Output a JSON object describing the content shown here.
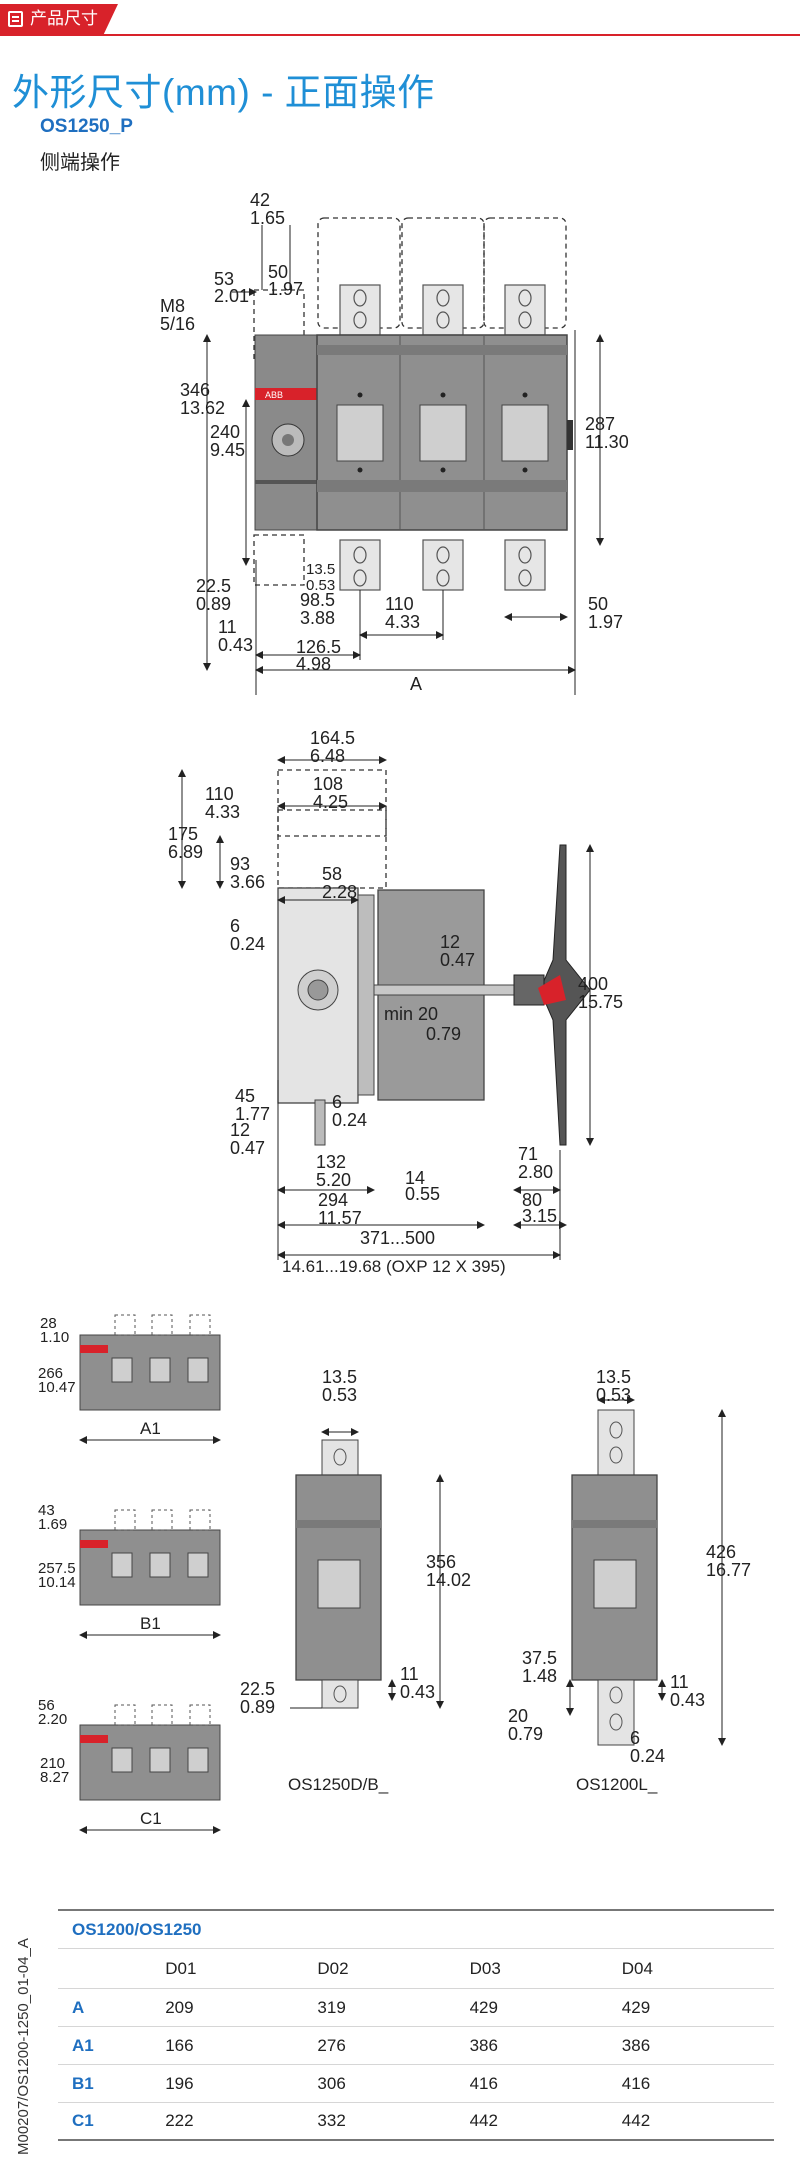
{
  "header": {
    "tab_label": "产品尺寸",
    "tab_icon": "document-icon",
    "accent": "#d8222a"
  },
  "title": "外形尺寸(mm) - 正面操作",
  "subtitle_model": "OS1250_P",
  "subtitle_mode": "侧端操作",
  "drawing1": {
    "dims": {
      "d42": "42",
      "d42i": "1.65",
      "d53": "53",
      "d53i": "2.01",
      "d50": "50",
      "d50i": "1.97",
      "m8": "M8",
      "m8i": "5/16",
      "d346": "346",
      "d346i": "13.62",
      "d240": "240",
      "d240i": "9.45",
      "d287": "287",
      "d287i": "11.30",
      "d22": "22.5",
      "d22i": "0.89",
      "d13": "13.5",
      "d13i": "0.53",
      "d98": "98.5",
      "d98i": "3.88",
      "d110": "110",
      "d110i": "4.33",
      "d50r": "50",
      "d50ri": "1.97",
      "d11": "11",
      "d11i": "0.43",
      "d126": "126.5",
      "d126i": "4.98",
      "dA": "A"
    },
    "brand": "ABB"
  },
  "drawing2": {
    "dims": {
      "d164": "164.5",
      "d164i": "6.48",
      "d110": "110",
      "d110i": "4.33",
      "d108": "108",
      "d108i": "4.25",
      "d175": "175",
      "d175i": "6.89",
      "d93": "93",
      "d93i": "3.66",
      "d58": "58",
      "d58i": "2.28",
      "d6": "6",
      "d6i": "0.24",
      "d12": "12",
      "d12i": "0.47",
      "dmin": "min 20",
      "dmini": "0.79",
      "d400": "400",
      "d400i": "15.75",
      "d45": "45",
      "d45i": "1.77",
      "d6b": "6",
      "d6bi": "0.24",
      "d12b": "12",
      "d12bi": "0.47",
      "d132": "132",
      "d132i": "5.20",
      "d14": "14",
      "d14i": "0.55",
      "d71": "71",
      "d71i": "2.80",
      "d294": "294",
      "d294i": "11.57",
      "d80": "80",
      "d80i": "3.15",
      "d371": "371...500",
      "d371i": "14.61...19.68 (OXP 12 X 395)"
    }
  },
  "thumbs": [
    {
      "top": "28",
      "topi": "1.10",
      "h": "266",
      "hi": "10.47",
      "label": "A1"
    },
    {
      "top": "43",
      "topi": "1.69",
      "h": "257.5",
      "hi": "10.14",
      "label": "B1"
    },
    {
      "top": "56",
      "topi": "2.20",
      "h": "210",
      "hi": "8.27",
      "label": "C1"
    }
  ],
  "poles": [
    {
      "w": "13.5",
      "wi": "0.53",
      "h": "356",
      "hi": "14.02",
      "b": "22.5",
      "bi": "0.89",
      "s": "11",
      "si": "0.43",
      "caption": "OS1250D/B_"
    },
    {
      "w": "13.5",
      "wi": "0.53",
      "h": "426",
      "hi": "16.77",
      "m": "37.5",
      "mi": "1.48",
      "s": "11",
      "si": "0.43",
      "b": "20",
      "bi": "0.79",
      "t": "6",
      "ti": "0.24",
      "caption": "OS1200L_"
    }
  ],
  "side_code": "M00207/OS1200-1250_01-04_A",
  "table": {
    "caption": "OS1200/OS1250",
    "columns": [
      "",
      "D01",
      "D02",
      "D03",
      "D04"
    ],
    "rows": [
      {
        "label": "A",
        "values": [
          "209",
          "319",
          "429",
          "429"
        ]
      },
      {
        "label": "A1",
        "values": [
          "166",
          "276",
          "386",
          "386"
        ]
      },
      {
        "label": "B1",
        "values": [
          "196",
          "306",
          "416",
          "416"
        ]
      },
      {
        "label": "C1",
        "values": [
          "222",
          "332",
          "442",
          "442"
        ]
      }
    ]
  }
}
